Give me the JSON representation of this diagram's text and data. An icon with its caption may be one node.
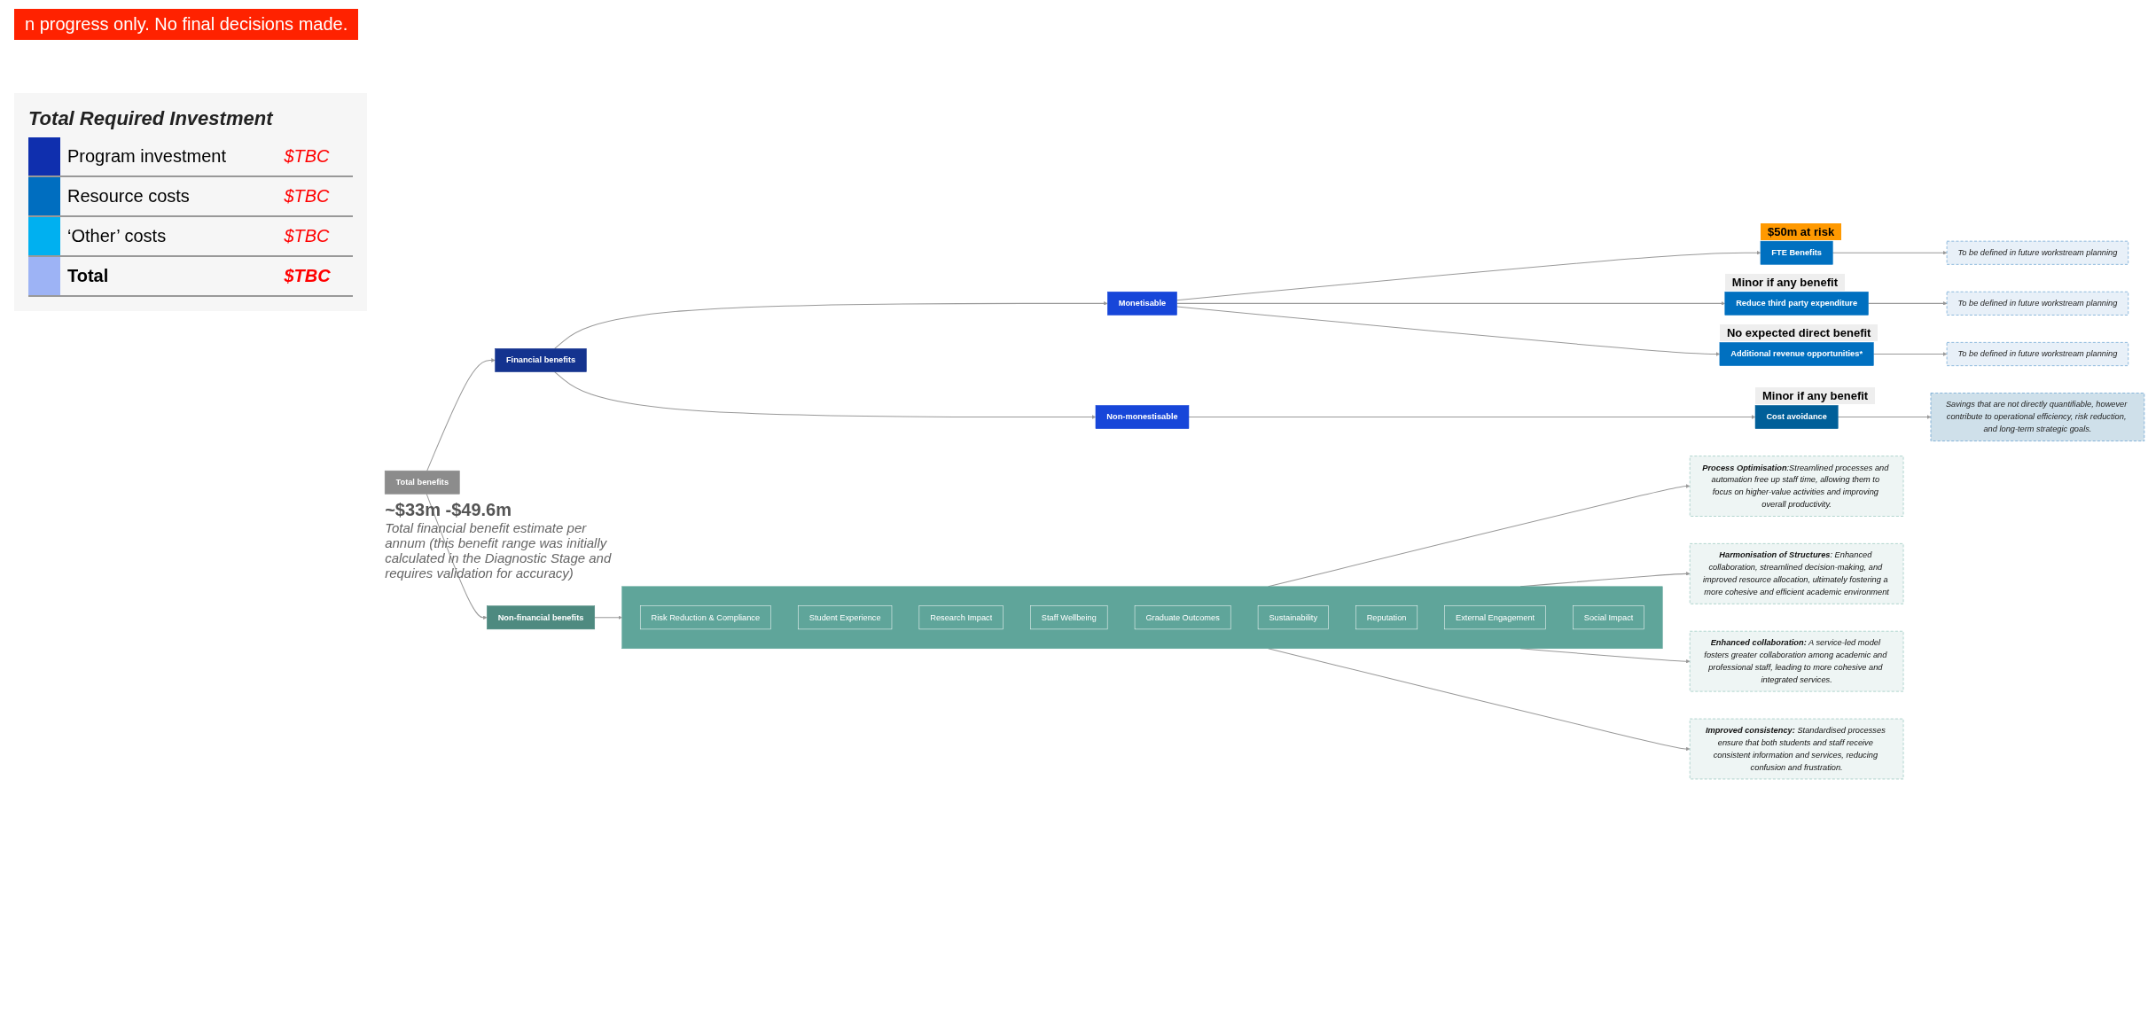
{
  "diagram": {
    "nodes": [
      {
        "text": [
          "Total benefits"
        ],
        "beside": [
          "~$33m -$49.6m",
          "Total financial benefit estimate per annum (this benefit range was initially calculated in the Diagnostic Stage and requires validation for accuracy)"
        ]
      },
      {
        "text": [
          "Financial benefits"
        ]
      },
      {
        "text": [
          "Non-financial benefits"
        ]
      },
      {
        "text": [
          "Monetisable"
        ]
      },
      {
        "text": [
          "Non-monestisable"
        ]
      },
      {
        "text": [
          "FTE Benefits"
        ],
        "beside": [
          "$50m at risk"
        ]
      },
      {
        "text": [
          "Reduce third party expenditure"
        ],
        "beside": [
          "Minor if any benefit"
        ]
      },
      {
        "text": [
          "Additional revenue opportunities*"
        ],
        "beside": [
          "No expected direct benefit"
        ]
      },
      {
        "text": [
          "Cost avoidance"
        ],
        "beside": [
          "Minor if any benefit"
        ]
      },
      {
        "text": [
          "To be defined in future workstream planning"
        ]
      },
      {
        "text": [
          "To be defined in future workstream planning"
        ]
      },
      {
        "text": [
          "To be defined in future workstream planning"
        ]
      },
      {
        "text": [
          "Savings that are not directly quantifiable, however contribute to operational efficiency, risk reduction, and long-term strategic goals."
        ]
      },
      {
        "text": [],
        "shape": "box"
      },
      {
        "text": [
          "Risk Reduction & Compliance"
        ],
        "in": 13
      },
      {
        "text": [
          "Student Experience"
        ],
        "in": 13
      },
      {
        "text": [
          "Research Impact"
        ],
        "in": 13
      },
      {
        "text": [
          "Staff Wellbeing"
        ],
        "in": 13
      },
      {
        "text": [
          "Graduate Outcomes"
        ],
        "in": 13
      },
      {
        "text": [
          "Sustainability"
        ],
        "in": 13
      },
      {
        "text": [
          "Reputation"
        ],
        "in": 13
      },
      {
        "text": [
          "External Engagement"
        ],
        "in": 13
      },
      {
        "text": [
          "Social Impact"
        ],
        "in": 13
      },
      {
        "text": [
          "**Process Optimisation**:Streamlined processes and automation free up staff time, allowing them to focus on higher-value activities and improving overall productivity."
        ]
      },
      {
        "text": [
          "**Harmonisation of Structures**: Enhanced collaboration, streamlined decision-making, and improved resource allocation, ultimately fostering a more cohesive and efficient academic environment"
        ]
      },
      {
        "text": [
          "**Enhanced collaboration:** A service-led model fosters greater collaboration among academic and professional staff, leading to more cohesive and integrated services."
        ]
      },
      {
        "text": [
          "**Improved consistency:** Standardised processes ensure that both students and staff receive consistent information and services, reducing confusion and frustration."
        ]
      }
    ],
    "edges": [
      {
        "from": 0,
        "to": 1,
        "arrow": "to"
      },
      {
        "from": 0,
        "to": 2,
        "arrow": "to"
      },
      {
        "from": 1,
        "to": 3,
        "arrow": "to"
      },
      {
        "from": 1,
        "to": 4,
        "arrow": "to"
      },
      {
        "from": 3,
        "to": 5,
        "arrow": "to"
      },
      {
        "from": 3,
        "to": 6,
        "arrow": "to"
      },
      {
        "from": 3,
        "to": 7,
        "arrow": "to"
      },
      {
        "from": 4,
        "to": 8,
        "arrow": "to"
      },
      {
        "from": 5,
        "to": 9,
        "arrow": "to"
      },
      {
        "from": 6,
        "to": 10,
        "arrow": "to"
      },
      {
        "from": 7,
        "to": 11,
        "arrow": "to"
      },
      {
        "from": 8,
        "to": 12,
        "arrow": "to"
      },
      {
        "from": 2,
        "to": 13,
        "arrow": "to"
      },
      {
        "from": 13,
        "to": 23,
        "arrow": "to"
      },
      {
        "from": 13,
        "to": 24,
        "arrow": "to"
      },
      {
        "from": 13,
        "to": 25,
        "arrow": "to"
      },
      {
        "from": 13,
        "to": 26,
        "arrow": "to"
      }
    ],
    "labels": [
      "n progress only. No final decisions made.",
      "Total Required Investment",
      "$TBC",
      "$TBC",
      "$TBC",
      "$TBC"
    ],
    "legend": [
      {
        "text": "Program investment",
        "color": "#0f2fae"
      },
      {
        "text": "Resource costs",
        "color": "#006ec0"
      },
      {
        "text": "‘Other’ costs",
        "color": "#00b0f0"
      },
      {
        "text": "Total",
        "color": "#9db3f5"
      }
    ]
  }
}
